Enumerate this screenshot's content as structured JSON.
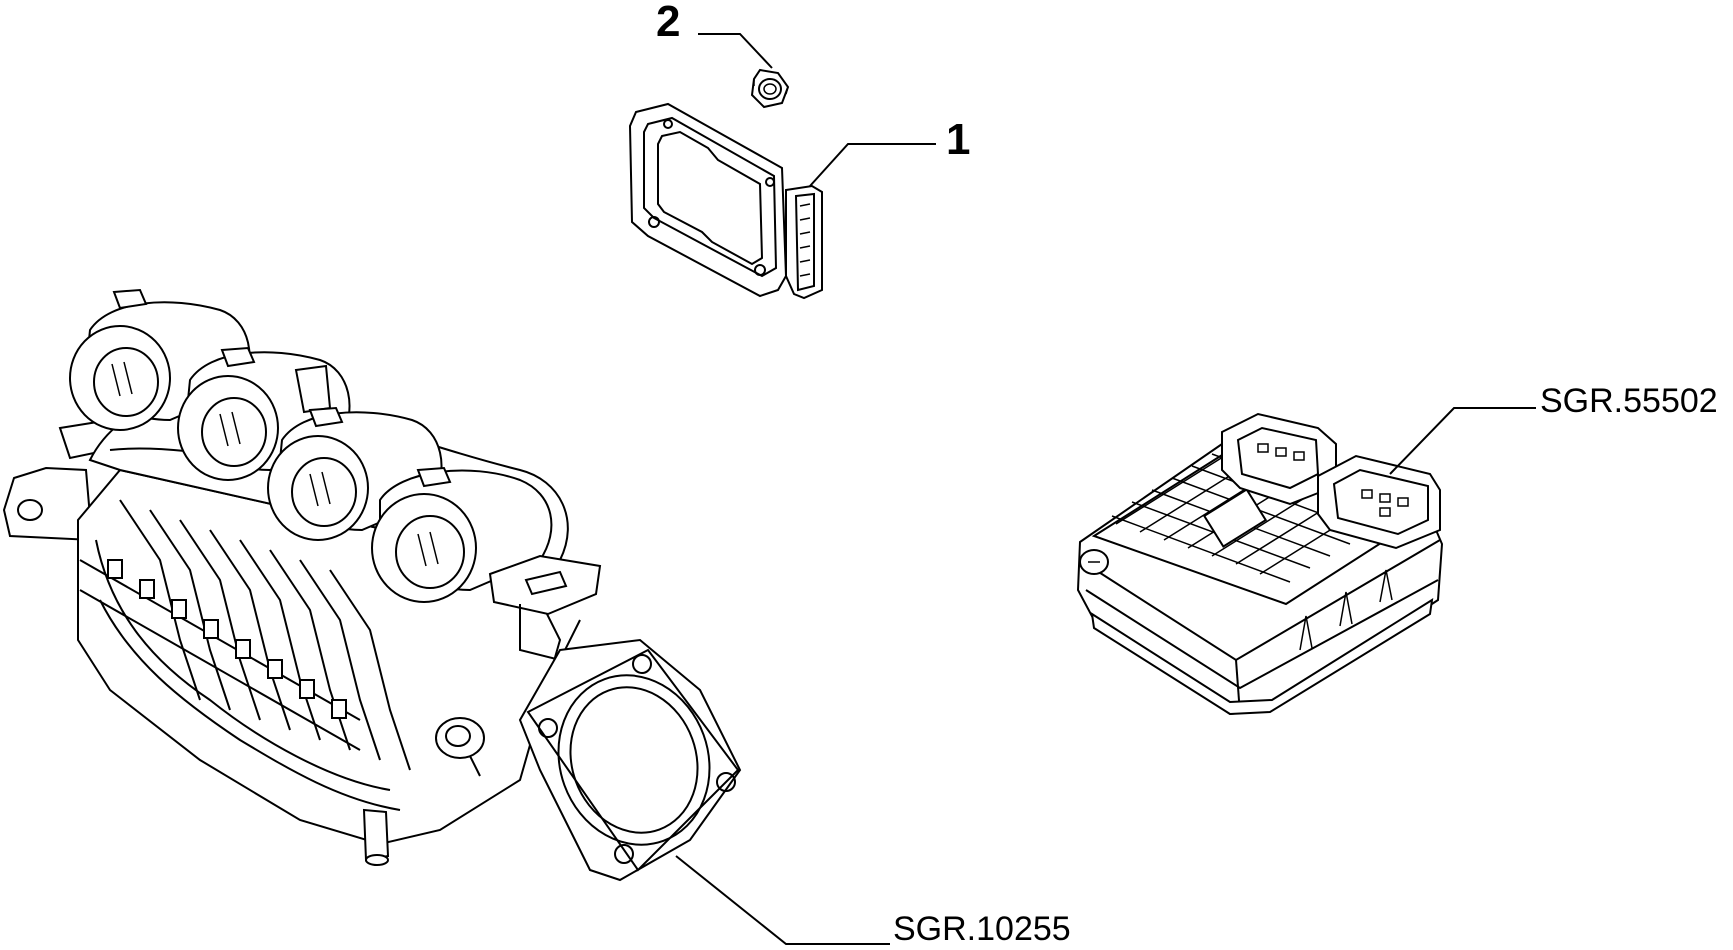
{
  "callouts": {
    "part_1": "1",
    "part_2": "2"
  },
  "references": {
    "engine_manifold": "SGR.10255",
    "fuse_box": "SGR.55502"
  }
}
